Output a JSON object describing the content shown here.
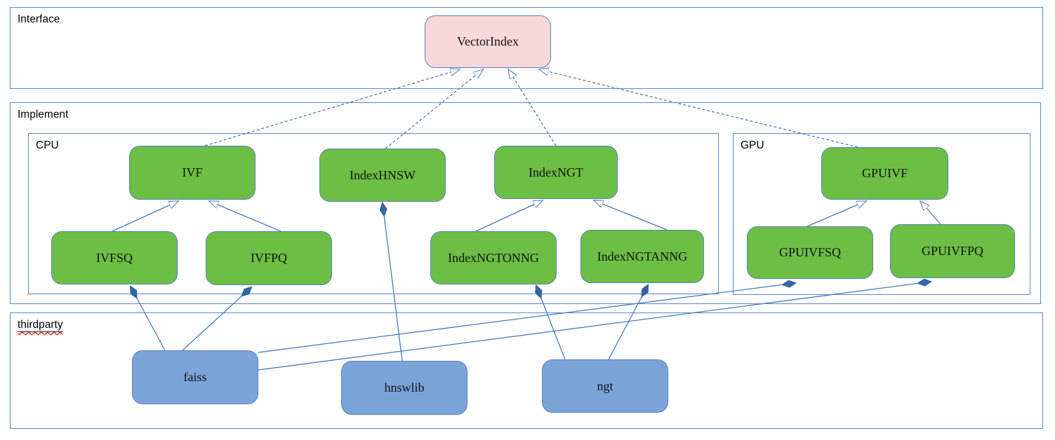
{
  "containers": {
    "interface": {
      "label": "Interface"
    },
    "implement": {
      "label": "Implement"
    },
    "cpu": {
      "label": "CPU"
    },
    "gpu": {
      "label": "GPU"
    },
    "thirdparty": {
      "label": "thirdparty"
    }
  },
  "nodes": {
    "vectorindex": {
      "label": "VectorIndex"
    },
    "ivf": {
      "label": "IVF"
    },
    "indexhnsw": {
      "label": "IndexHNSW"
    },
    "indexngt": {
      "label": "IndexNGT"
    },
    "ivfsq": {
      "label": "IVFSQ"
    },
    "ivfpq": {
      "label": "IVFPQ"
    },
    "indexngtonng": {
      "label": "IndexNGTONNG"
    },
    "indexngtanng": {
      "label": "IndexNGTANNG"
    },
    "gpuivf": {
      "label": "GPUIVF"
    },
    "gpuivfsq": {
      "label": "GPUIVFSQ"
    },
    "gpuivfpq": {
      "label": "GPUIVFPQ"
    },
    "faiss": {
      "label": "faiss"
    },
    "hnswlib": {
      "label": "hnswlib"
    },
    "ngt": {
      "label": "ngt"
    }
  },
  "relationships": {
    "realization": [
      {
        "from": "IVF",
        "to": "VectorIndex"
      },
      {
        "from": "IndexHNSW",
        "to": "VectorIndex"
      },
      {
        "from": "IndexNGT",
        "to": "VectorIndex"
      },
      {
        "from": "GPUIVF",
        "to": "VectorIndex"
      }
    ],
    "inheritance": [
      {
        "from": "IVFSQ",
        "to": "IVF"
      },
      {
        "from": "IVFPQ",
        "to": "IVF"
      },
      {
        "from": "IndexNGTONNG",
        "to": "IndexNGT"
      },
      {
        "from": "IndexNGTANNG",
        "to": "IndexNGT"
      },
      {
        "from": "GPUIVFSQ",
        "to": "GPUIVF"
      },
      {
        "from": "GPUIVFPQ",
        "to": "GPUIVF"
      }
    ],
    "composition": [
      {
        "whole": "IndexHNSW",
        "part": "hnswlib"
      },
      {
        "whole": "IVFSQ",
        "part": "faiss"
      },
      {
        "whole": "IVFPQ",
        "part": "faiss"
      },
      {
        "whole": "IndexNGTONNG",
        "part": "ngt"
      },
      {
        "whole": "IndexNGTANNG",
        "part": "ngt"
      },
      {
        "whole": "GPUIVFSQ",
        "part": "faiss"
      },
      {
        "whole": "GPUIVFPQ",
        "part": "faiss"
      }
    ]
  },
  "colors": {
    "interface_node_fill": "#f8d8d8",
    "implement_node_fill": "#6dbe45",
    "thirdparty_node_fill": "#7ba4d9",
    "node_border": "#5a7fc0",
    "container_border": "#5b87c5",
    "edge_stroke": "#4a79b8",
    "diamond_fill": "#3465a4",
    "spellcheck_underline": "#d83a34",
    "text": "#111111"
  }
}
